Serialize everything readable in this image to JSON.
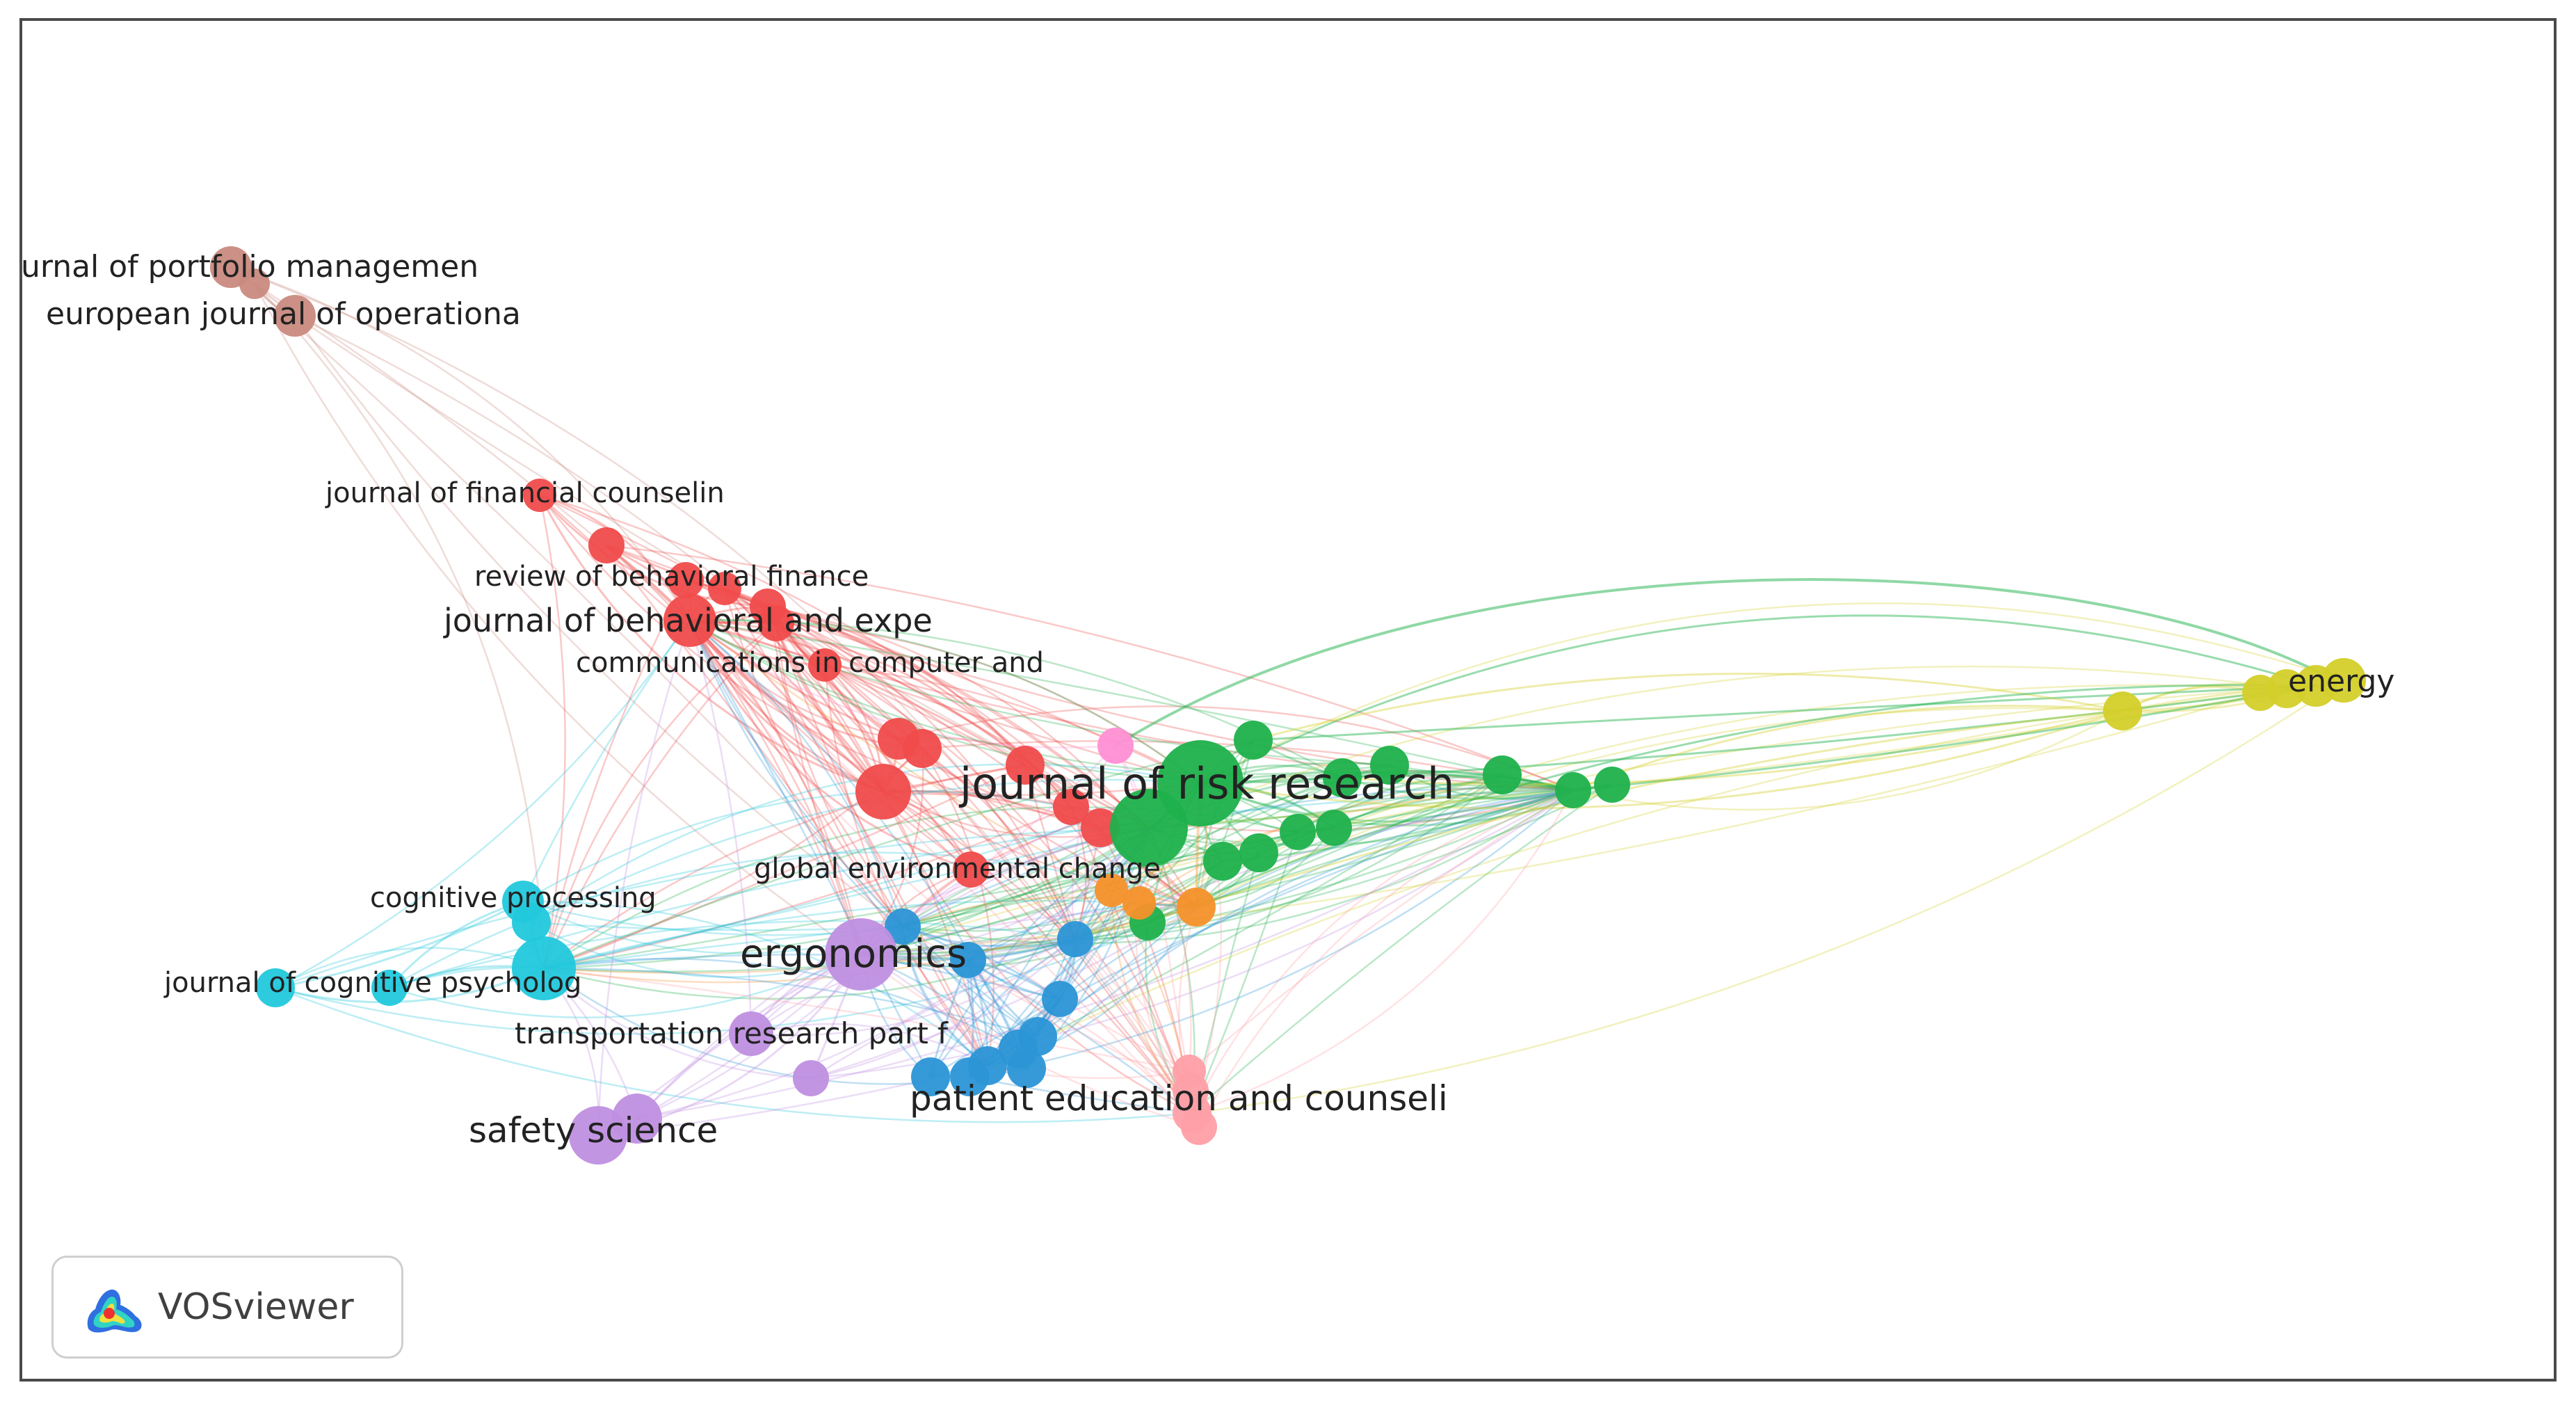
{
  "app": {
    "name": "VOSviewer"
  },
  "colors": {
    "red": "#f04b4b",
    "green": "#1fb14c",
    "blue": "#2b95d6",
    "cyan": "#22c8dc",
    "purple": "#bf8fe0",
    "yellow": "#d4cf2a",
    "orange": "#f5912a",
    "pink": "#ff9fa6",
    "magenta": "#ff8fd4",
    "brown": "#c98a80"
  },
  "labels": [
    {
      "id": "portfolio",
      "text": "urnal of portfolio managemen",
      "size": "small"
    },
    {
      "id": "operational",
      "text": "european journal of operationa",
      "size": "small"
    },
    {
      "id": "financial",
      "text": "journal of financial counselin",
      "size": "small"
    },
    {
      "id": "behav_fin",
      "text": "review of behavioral finance",
      "size": "small"
    },
    {
      "id": "behav_exp",
      "text": "journal of behavioral and expe",
      "size": "medium"
    },
    {
      "id": "comm",
      "text": "communications in computer and",
      "size": "small"
    },
    {
      "id": "risk",
      "text": "journal of risk research",
      "size": "large"
    },
    {
      "id": "energy",
      "text": "energy",
      "size": "small"
    },
    {
      "id": "global",
      "text": "global environmental change",
      "size": "small"
    },
    {
      "id": "cognitive",
      "text": "cognitive processing",
      "size": "small"
    },
    {
      "id": "ergonomics",
      "text": "ergonomics",
      "size": "large"
    },
    {
      "id": "cog_psych",
      "text": "journal of cognitive psycholog",
      "size": "small"
    },
    {
      "id": "transport",
      "text": "transportation research part f",
      "size": "small"
    },
    {
      "id": "patient",
      "text": "patient education and counseli",
      "size": "medium"
    },
    {
      "id": "safety",
      "text": "safety science",
      "size": "medium"
    }
  ]
}
